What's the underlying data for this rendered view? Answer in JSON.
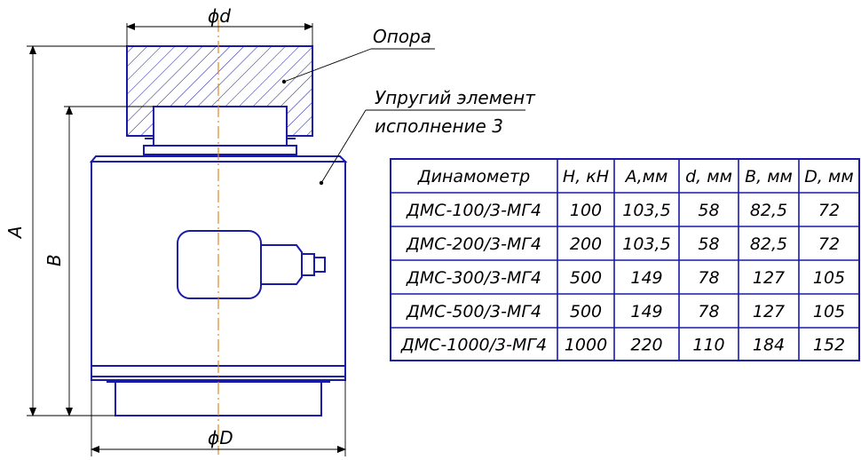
{
  "labels": {
    "support": "Опора",
    "elastic_line1": "Упругий элемент",
    "elastic_line2": "исполнение 3",
    "dim_d": "ϕd",
    "dim_D": "ϕD",
    "dim_A": "A",
    "dim_B": "B"
  },
  "table": {
    "headers": [
      "Динамометр",
      "Н, кН",
      "А,мм",
      "d, мм",
      "В, мм",
      "D, мм"
    ],
    "rows": [
      [
        "ДМС-100/3-МГ4",
        "100",
        "103,5",
        "58",
        "82,5",
        "72"
      ],
      [
        "ДМС-200/3-МГ4",
        "200",
        "103,5",
        "58",
        "82,5",
        "72"
      ],
      [
        "ДМС-300/3-МГ4",
        "500",
        "149",
        "78",
        "127",
        "105"
      ],
      [
        "ДМС-500/3-МГ4",
        "500",
        "149",
        "78",
        "127",
        "105"
      ],
      [
        "ДМС-1000/3-МГ4",
        "1000",
        "220",
        "110",
        "184",
        "152"
      ]
    ]
  },
  "colors": {
    "part_outline": "#1a1aa8",
    "axis_line": "#e08a1e",
    "dimension_line": "#000000"
  }
}
